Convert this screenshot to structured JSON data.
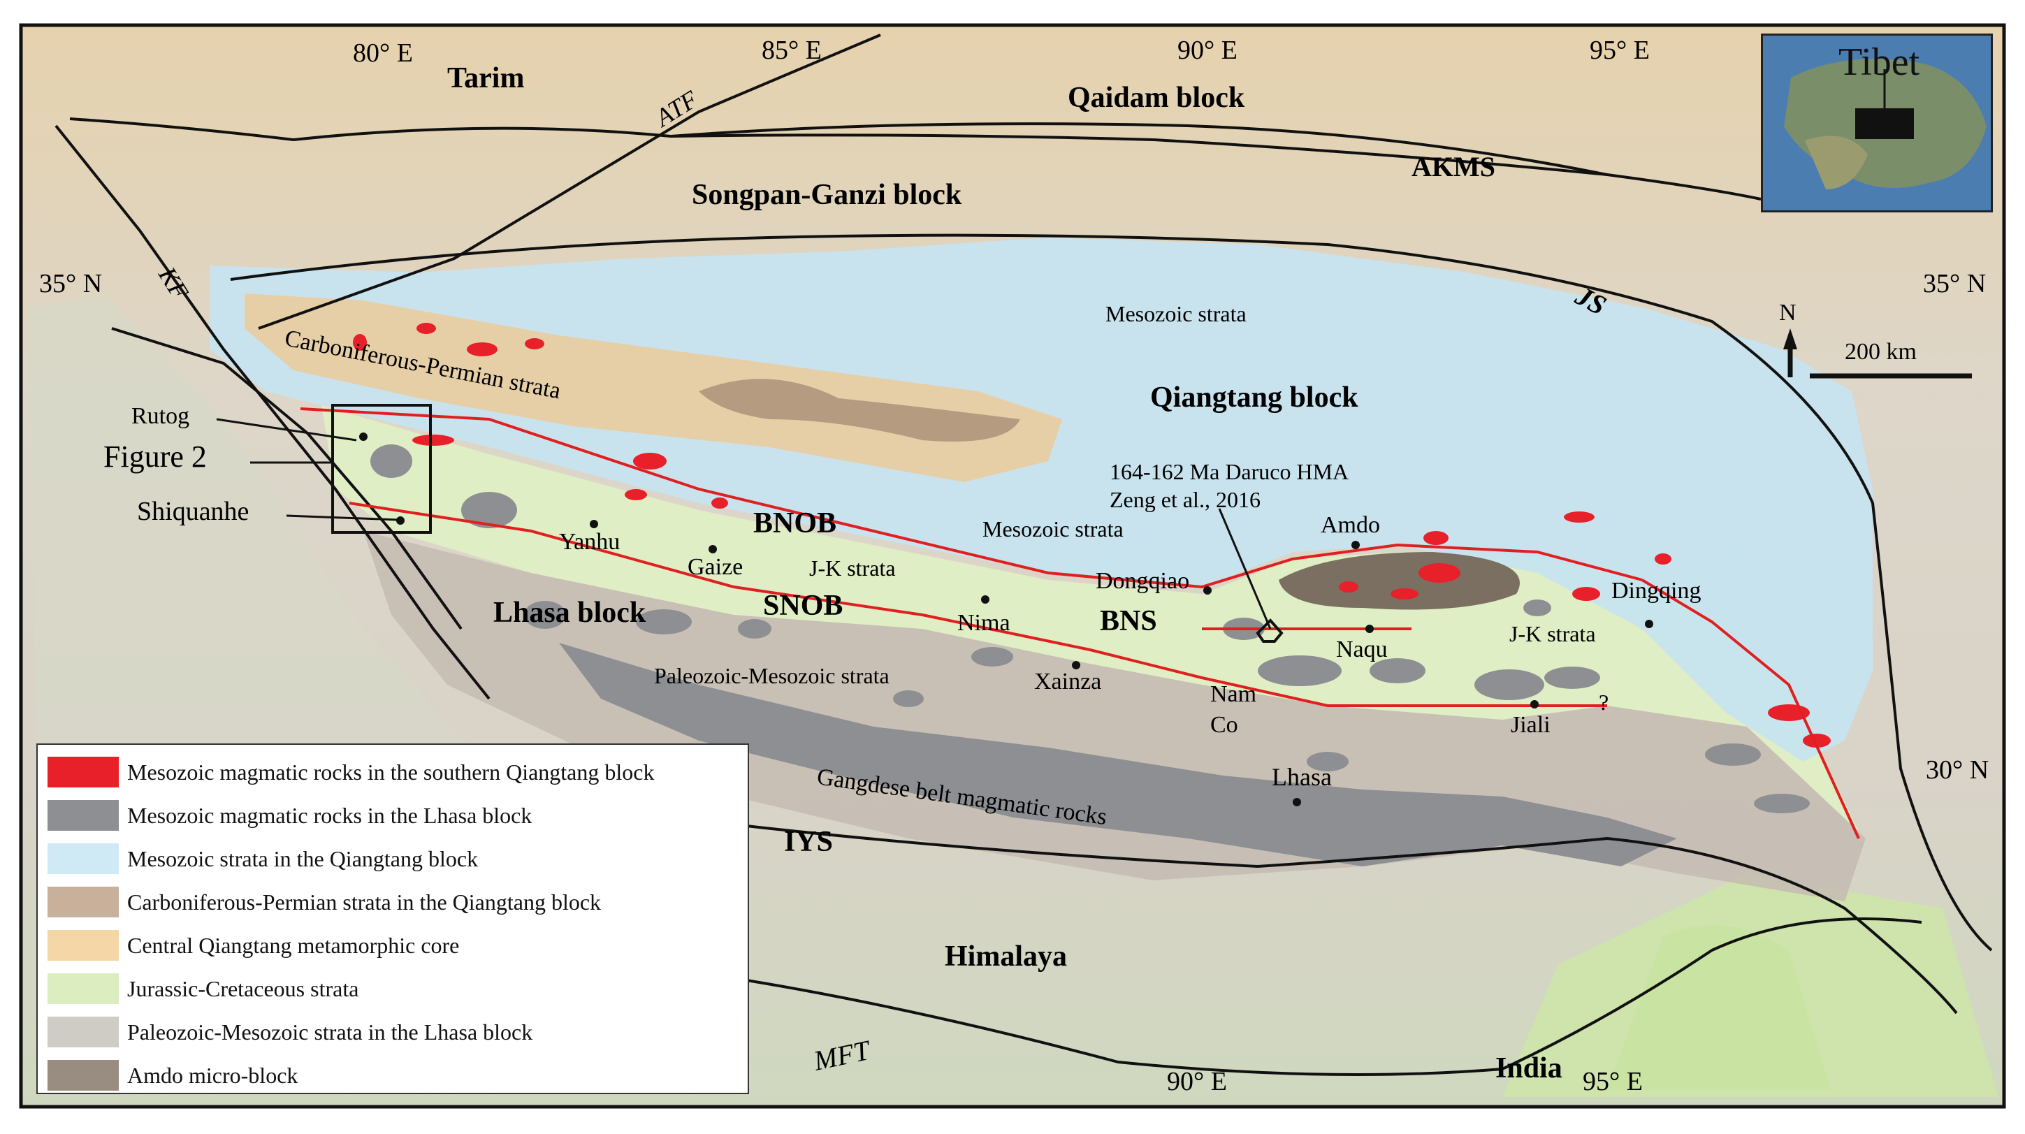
{
  "map": {
    "graticule": {
      "lon_top": [
        "80° E",
        "85° E",
        "90° E",
        "95° E"
      ],
      "lon_bottom": [
        "90° E",
        "95° E"
      ],
      "lat_left": "35° N",
      "lat_right": [
        "35° N",
        "30° N"
      ]
    },
    "blocks": {
      "tarim": "Tarim",
      "qaidam": "Qaidam block",
      "songpan": "Songpan-Ganzi block",
      "qiangtang": "Qiangtang block",
      "lhasa": "Lhasa block",
      "himalaya": "Himalaya",
      "india": "India"
    },
    "faults": {
      "atf": "ATF",
      "akms": "AKMS",
      "js": "JS",
      "kf": "KF",
      "bnob": "BNOB",
      "snob": "SNOB",
      "bns": "BNS",
      "iys": "IYS",
      "mft": "MFT"
    },
    "units": {
      "carb_perm": "Carboniferous-Permian strata",
      "mesozoic_1": "Mesozoic strata",
      "mesozoic_2": "Mesozoic strata",
      "jk_1": "J-K strata",
      "jk_2": "J-K strata",
      "pal_mes": "Paleozoic-Mesozoic strata",
      "gangdese": "Gangdese belt magmatic rocks"
    },
    "places": {
      "rutog": "Rutog",
      "shiquanhe": "Shiquanhe",
      "yanhu": "Yanhu",
      "gaize": "Gaize",
      "nima": "Nima",
      "xainza": "Xainza",
      "dongqiao": "Dongqiao",
      "amdo": "Amdo",
      "naqu": "Naqu",
      "dingqing": "Dingqing",
      "namco_1": "Nam",
      "namco_2": "Co",
      "jiali": "Jiali",
      "lhasa": "Lhasa",
      "question": "?"
    },
    "figure2": "Figure 2",
    "annotation_1": "164-162 Ma Daruco HMA",
    "annotation_2": "Zeng et al., 2016",
    "north": "N",
    "scale": "200 km",
    "inset_title": "Tibet"
  },
  "legend": {
    "items": [
      {
        "label": "Mesozoic magmatic rocks in the southern Qiangtang block",
        "color": "#e8202a"
      },
      {
        "label": "Mesozoic magmatic rocks in the Lhasa block",
        "color": "#8e8f93"
      },
      {
        "label": "Mesozoic strata in the Qiangtang block",
        "color": "#cfeaf4"
      },
      {
        "label": "Carboniferous-Permian strata in the Qiangtang block",
        "color": "#c9b09a"
      },
      {
        "label": "Central Qiangtang metamorphic core",
        "color": "#f5d6a6"
      },
      {
        "label": "Jurassic-Cretaceous strata",
        "color": "#dceec0"
      },
      {
        "label": "Paleozoic-Mesozoic strata in the Lhasa block",
        "color": "#cfcbc5"
      },
      {
        "label": "Amdo micro-block",
        "color": "#998c80"
      }
    ]
  }
}
